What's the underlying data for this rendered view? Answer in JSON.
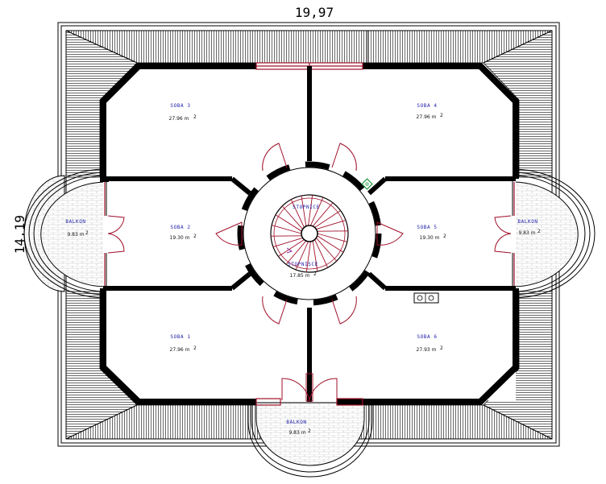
{
  "dimensions": {
    "width": "19,97",
    "depth": "14,19"
  },
  "rooms": [
    {
      "id": "soba3",
      "name": "SOBA 3",
      "area": "27.96 m",
      "unit": "2"
    },
    {
      "id": "soba4",
      "name": "SOBA 4",
      "area": "27.96 m",
      "unit": "2"
    },
    {
      "id": "balkon-left",
      "name": "BALKON",
      "area": "9.83 m",
      "unit": "2"
    },
    {
      "id": "soba2",
      "name": "SOBA 2",
      "area": "19.30 m",
      "unit": "2"
    },
    {
      "id": "stopnice",
      "name": "STOPNICE",
      "area": "",
      "unit": ""
    },
    {
      "id": "soba5",
      "name": "SOBA 5",
      "area": "19.30 m",
      "unit": "2"
    },
    {
      "id": "balkon-right",
      "name": "BALKON",
      "area": "9.83 m",
      "unit": "2"
    },
    {
      "id": "stopnisce",
      "name": "STOPNISCE",
      "area": "17.85 m",
      "unit": "2"
    },
    {
      "id": "soba1",
      "name": "SOBA 1",
      "area": "27.96 m",
      "unit": "2"
    },
    {
      "id": "soba6",
      "name": "SOBA 6",
      "area": "27.93 m",
      "unit": "2"
    },
    {
      "id": "balkon-bottom",
      "name": "BALKON",
      "area": "9.83 m",
      "unit": "2"
    }
  ],
  "colors": {
    "wall": "#000000",
    "door": "#a0102a",
    "room_label": "#1a1aa8",
    "roof_hatch": "#444444",
    "balcony_tile": "#cfcfcf",
    "marker": "#1f9a3a"
  }
}
